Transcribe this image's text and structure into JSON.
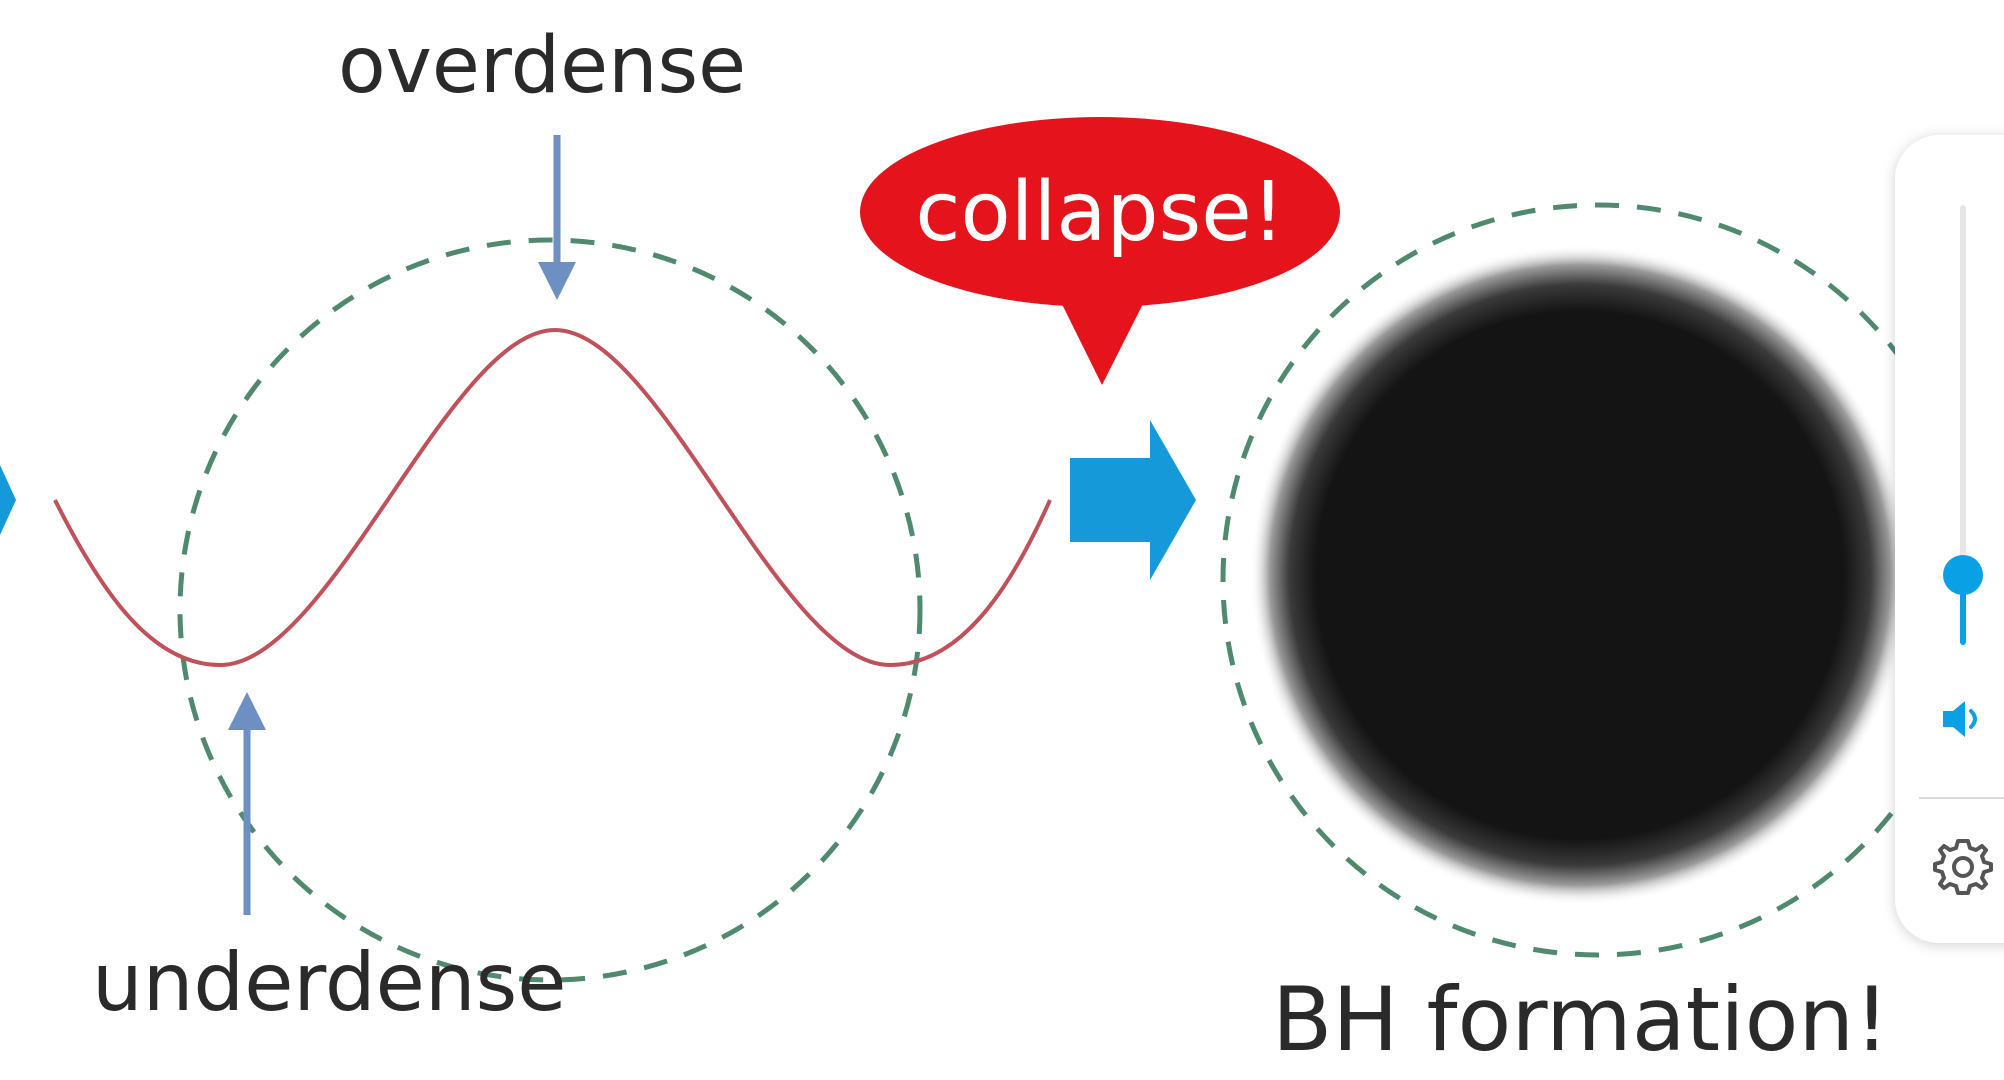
{
  "labels": {
    "overdense": "overdense",
    "underdense": "underdense",
    "collapse": "collapse!",
    "bh_formation": "BH formation!"
  },
  "colors": {
    "wave": "#c0505a",
    "arrow_thin": "#6e8fc1",
    "arrow_big": "#1599d8",
    "dashed_circle": "#4f8a6e",
    "bubble": "#e5141c",
    "black_hole": "#141414",
    "slider_accent": "#0aa0e6"
  },
  "controls": {
    "volume_level": 0.16,
    "volume_icon": "speaker-icon",
    "settings_icon": "gear-icon"
  }
}
